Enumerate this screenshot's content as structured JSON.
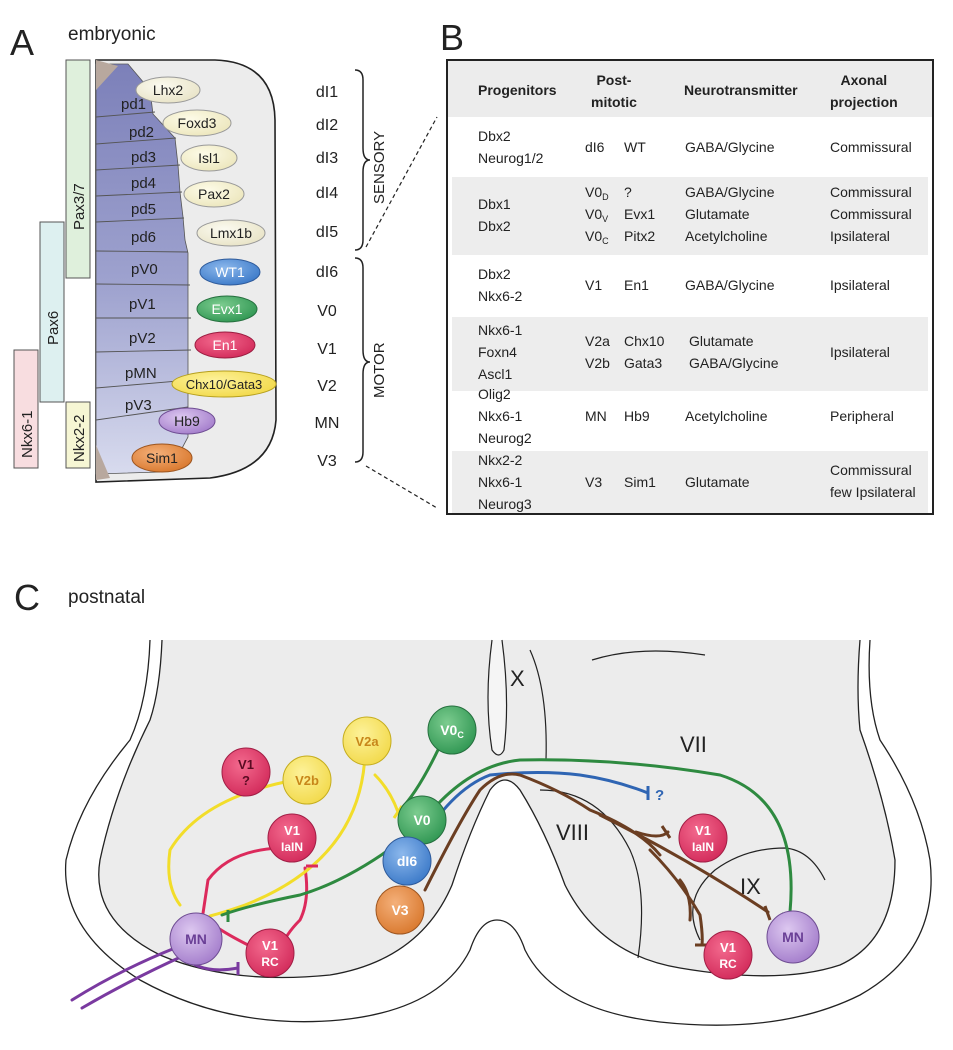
{
  "panels": {
    "A": {
      "letter": "A",
      "title": "embryonic"
    },
    "B": {
      "letter": "B"
    },
    "C": {
      "letter": "C",
      "title": "postnatal"
    }
  },
  "panel_a": {
    "domain_labels": [
      "pd1",
      "pd2",
      "pd3",
      "pd4",
      "pd5",
      "pd6",
      "pV0",
      "pV1",
      "pV2",
      "pMN",
      "pV3"
    ],
    "tf_bubbles": [
      "Lhx2",
      "Foxd3",
      "Isl1",
      "Pax2",
      "Lmx1b",
      "WT1",
      "Evx1",
      "En1",
      "Chx10/Gata3",
      "Hb9",
      "Sim1"
    ],
    "class_labels": [
      "dI1",
      "dI2",
      "dI3",
      "dI4",
      "dI5",
      "dI6",
      "V0",
      "V1",
      "V2",
      "MN",
      "V3"
    ],
    "group_labels": {
      "sensory": "SENSORY",
      "motor": "MOTOR"
    },
    "gene_bars": {
      "pax37": "Pax3/7",
      "pax6": "Pax6",
      "nkx61": "Nkx6-1",
      "nkx22": "Nkx2-2"
    }
  },
  "panel_b": {
    "headers": {
      "progenitors": "Progenitors",
      "postmitotic": "Post-\nmitotic",
      "neurotransmitter": "Neurotransmitter",
      "axonal": "Axonal\nprojection"
    },
    "rows": [
      {
        "progenitors": [
          "Dbx2",
          "Neurog1/2"
        ],
        "classes": [
          "dI6"
        ],
        "markers": [
          "WT"
        ],
        "transmitters": [
          "GABA/Glycine"
        ],
        "projection": [
          "Commissural"
        ]
      },
      {
        "progenitors": [
          "Dbx1",
          "Dbx2"
        ],
        "classes": [
          "V0",
          "V0",
          "V0"
        ],
        "class_subs": [
          "D",
          "V",
          "C"
        ],
        "markers": [
          "?",
          "Evx1",
          "Pitx2"
        ],
        "transmitters": [
          "GABA/Glycine",
          "Glutamate",
          "Acetylcholine"
        ],
        "projection": [
          "Commissural",
          "Commissural",
          "Ipsilateral"
        ]
      },
      {
        "progenitors": [
          "Dbx2",
          "Nkx6-2"
        ],
        "classes": [
          "V1"
        ],
        "markers": [
          "En1"
        ],
        "transmitters": [
          "GABA/Glycine"
        ],
        "projection": [
          "Ipsilateral"
        ]
      },
      {
        "progenitors": [
          "Nkx6-1",
          "Foxn4",
          "Ascl1"
        ],
        "classes": [
          "V2a",
          "V2b"
        ],
        "markers": [
          "Chx10",
          "Gata3"
        ],
        "transmitters": [
          "Glutamate",
          "GABA/Glycine"
        ],
        "projection": [
          "Ipsilateral"
        ]
      },
      {
        "progenitors": [
          "Olig2",
          "Nkx6-1",
          "Neurog2"
        ],
        "classes": [
          "MN"
        ],
        "markers": [
          "Hb9"
        ],
        "transmitters": [
          "Acetylcholine"
        ],
        "projection": [
          "Peripheral"
        ]
      },
      {
        "progenitors": [
          "Nkx2-2",
          "Nkx6-1",
          "Neurog3"
        ],
        "classes": [
          "V3"
        ],
        "markers": [
          "Sim1"
        ],
        "transmitters": [
          "Glutamate"
        ],
        "projection": [
          "Commissural",
          "few Ipsilateral"
        ]
      }
    ]
  },
  "panel_c": {
    "laminae": [
      "X",
      "VII",
      "VIII",
      "IX"
    ],
    "cells": {
      "v1q": {
        "top": "V1",
        "bottom": "?"
      },
      "v2b": "V2b",
      "v2a": "V2a",
      "v0c": {
        "main": "V0",
        "sub": "C"
      },
      "v0": "V0",
      "di6": "dI6",
      "v3": "V3",
      "v1ialn_left": {
        "top": "V1",
        "bottom": "IaIN"
      },
      "v1rc_left": {
        "top": "V1",
        "bottom": "RC"
      },
      "mn_left": "MN",
      "v1ialn_right": {
        "top": "V1",
        "bottom": "IaIN"
      },
      "v1rc_right": {
        "top": "V1",
        "bottom": "RC"
      },
      "mn_right": "MN",
      "unknown_target": "?"
    }
  },
  "colors": {
    "progenitor_fill": "#8c90c4",
    "pax37_bar": "#dff0dc",
    "pax6_bar": "#ddf0f0",
    "nkx61_bar": "#f8dde0",
    "nkx22_bar": "#f6f6d4",
    "wt1": "#3b7fcf",
    "evx1": "#2f9c57",
    "en1": "#e0275a",
    "chx10": "#f2e055",
    "hb9": "#a87fc8",
    "sim1": "#e28438",
    "v1_red": "#d82e5e",
    "v2_yellow": "#f5df3c",
    "v0_green": "#3ba25c",
    "di6_blue": "#3d7fd0",
    "v3_orange": "#e07e32",
    "mn_purple": "#a97fcf",
    "axon_red": "#dc2a5c",
    "axon_yellow": "#f2dd2a",
    "axon_green": "#2e8a40",
    "axon_blue": "#2f65b3",
    "axon_brown": "#6b3e22",
    "axon_purple": "#7a3aa0"
  }
}
